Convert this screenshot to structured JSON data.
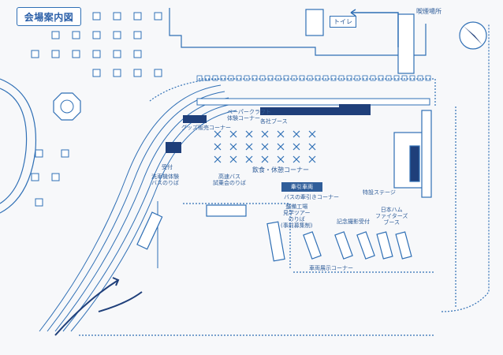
{
  "map_title": "会場案内図",
  "labels": {
    "smoking": "喫煙場所",
    "toilet": "トイレ",
    "reception": "受付",
    "bus_wash": "洗車機体験\nバスのりば",
    "highway_bus": "高速バス\n試乗会のりば",
    "dining": "飲食・休憩コーナー",
    "towed_vehicle": "牽引車両",
    "towed_bus": "バスの牽引きコーナー",
    "special_stage": "特設ステージ",
    "maintenance_tour": "整備工場\n見学ツアー\nのりば\n(事前募集制)",
    "photo_reception": "記念撮影受付",
    "vehicle_display": "車両展示コーナー",
    "goods_corner": "グッズ販売コーナー",
    "booth_row": "各社ブース",
    "nihon_fighters": "日本ハム\nファイターズ\nブース",
    "paper_craft": "ペーパークラフト\n体験コーナー"
  },
  "colors": {
    "line": "#2f6fb5",
    "text": "#2f5d99",
    "dark": "#1f3f7a"
  }
}
